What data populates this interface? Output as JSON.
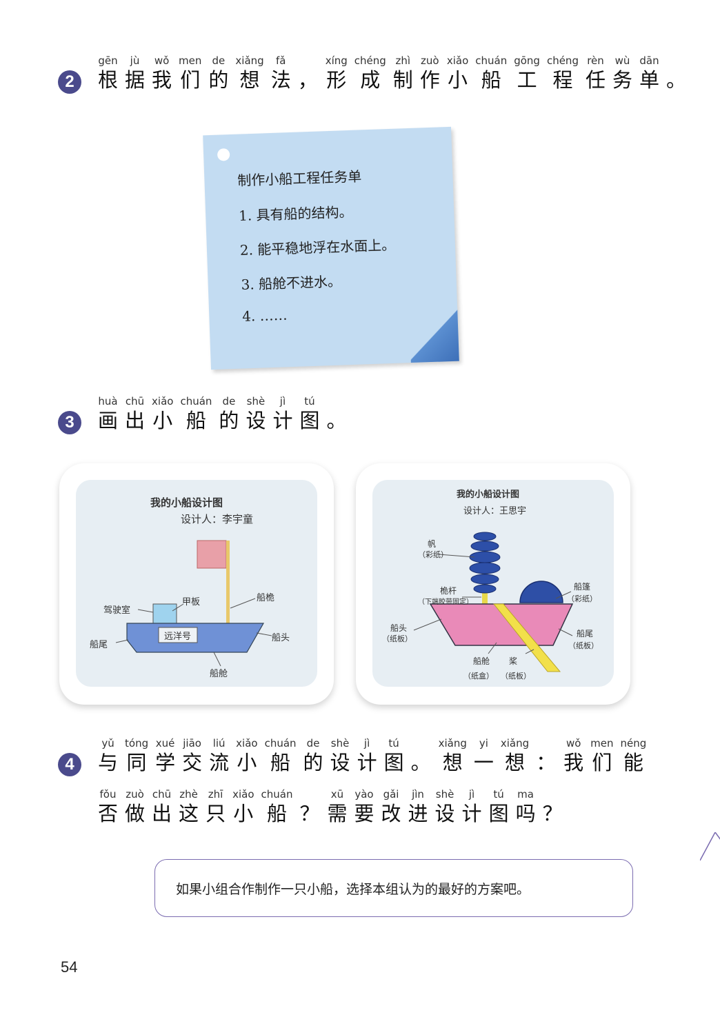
{
  "step2": {
    "number": "2",
    "words": [
      {
        "py": "gēn",
        "hz": "根"
      },
      {
        "py": "jù",
        "hz": "据"
      },
      {
        "py": "wǒ",
        "hz": "我"
      },
      {
        "py": "men",
        "hz": "们"
      },
      {
        "py": "de",
        "hz": "的"
      },
      {
        "py": "xiǎng",
        "hz": "想"
      },
      {
        "py": "fǎ",
        "hz": "法"
      },
      {
        "py": "",
        "hz": "，"
      },
      {
        "py": "xíng",
        "hz": "形"
      },
      {
        "py": "chéng",
        "hz": "成"
      },
      {
        "py": "zhì",
        "hz": "制"
      },
      {
        "py": "zuò",
        "hz": "作"
      },
      {
        "py": "xiǎo",
        "hz": "小"
      },
      {
        "py": "chuán",
        "hz": "船"
      },
      {
        "py": "gōng",
        "hz": "工"
      },
      {
        "py": "chéng",
        "hz": "程"
      },
      {
        "py": "rèn",
        "hz": "任"
      },
      {
        "py": "wù",
        "hz": "务"
      },
      {
        "py": "dān",
        "hz": "单"
      },
      {
        "py": "",
        "hz": "。"
      }
    ]
  },
  "task_card": {
    "title": "制作小船工程任务单",
    "items": [
      "1. 具有船的结构。",
      "2. 能平稳地浮在水面上。",
      "3. 船舱不进水。",
      "4. ……"
    ]
  },
  "step3": {
    "number": "3",
    "words": [
      {
        "py": "huà",
        "hz": "画"
      },
      {
        "py": "chū",
        "hz": "出"
      },
      {
        "py": "xiǎo",
        "hz": "小"
      },
      {
        "py": "chuán",
        "hz": "船"
      },
      {
        "py": "de",
        "hz": "的"
      },
      {
        "py": "shè",
        "hz": "设"
      },
      {
        "py": "jì",
        "hz": "计"
      },
      {
        "py": "tú",
        "hz": "图"
      },
      {
        "py": "",
        "hz": "。"
      }
    ]
  },
  "drawing1": {
    "title": "我的小船设计图",
    "designer": "设计人：李宇童",
    "labels": {
      "cabin": "驾驶室",
      "deck": "甲板",
      "mast": "船桅",
      "stern": "船尾",
      "bow": "船头",
      "hull": "船舱",
      "name": "远洋号"
    }
  },
  "drawing2": {
    "title": "我的小船设计图",
    "designer": "设计人：王思宇",
    "labels": {
      "sail": "帆",
      "sail_mat": "（彩纸）",
      "mast": "桅杆",
      "mast_mat": "（下端胶带固定）",
      "canopy": "船篷",
      "canopy_mat": "（彩纸）",
      "bow": "船头",
      "bow_mat": "（纸板）",
      "stern": "船尾",
      "stern_mat": "（纸板）",
      "hold": "船舱",
      "hold_mat": "（纸盒）",
      "oar": "桨",
      "oar_mat": "（纸板）"
    }
  },
  "step4": {
    "number": "4",
    "line1": [
      {
        "py": "yǔ",
        "hz": "与"
      },
      {
        "py": "tóng",
        "hz": "同"
      },
      {
        "py": "xué",
        "hz": "学"
      },
      {
        "py": "jiāo",
        "hz": "交"
      },
      {
        "py": "liú",
        "hz": "流"
      },
      {
        "py": "xiǎo",
        "hz": "小"
      },
      {
        "py": "chuán",
        "hz": "船"
      },
      {
        "py": "de",
        "hz": "的"
      },
      {
        "py": "shè",
        "hz": "设"
      },
      {
        "py": "jì",
        "hz": "计"
      },
      {
        "py": "tú",
        "hz": "图"
      },
      {
        "py": "",
        "hz": "。"
      },
      {
        "py": "xiǎng",
        "hz": "想"
      },
      {
        "py": "yi",
        "hz": "一"
      },
      {
        "py": "xiǎng",
        "hz": "想"
      },
      {
        "py": "",
        "hz": "："
      },
      {
        "py": "wǒ",
        "hz": "我"
      },
      {
        "py": "men",
        "hz": "们"
      },
      {
        "py": "néng",
        "hz": "能"
      }
    ],
    "line2": [
      {
        "py": "fǒu",
        "hz": "否"
      },
      {
        "py": "zuò",
        "hz": "做"
      },
      {
        "py": "chū",
        "hz": "出"
      },
      {
        "py": "zhè",
        "hz": "这"
      },
      {
        "py": "zhī",
        "hz": "只"
      },
      {
        "py": "xiǎo",
        "hz": "小"
      },
      {
        "py": "chuán",
        "hz": "船"
      },
      {
        "py": "",
        "hz": "？"
      },
      {
        "py": "xū",
        "hz": "需"
      },
      {
        "py": "yào",
        "hz": "要"
      },
      {
        "py": "gǎi",
        "hz": "改"
      },
      {
        "py": "jìn",
        "hz": "进"
      },
      {
        "py": "shè",
        "hz": "设"
      },
      {
        "py": "jì",
        "hz": "计"
      },
      {
        "py": "tú",
        "hz": "图"
      },
      {
        "py": "ma",
        "hz": "吗"
      },
      {
        "py": "",
        "hz": "？"
      }
    ]
  },
  "tip": "如果小组合作制作一只小船，选择本组认为的最好的方案吧。",
  "page_number": "54"
}
